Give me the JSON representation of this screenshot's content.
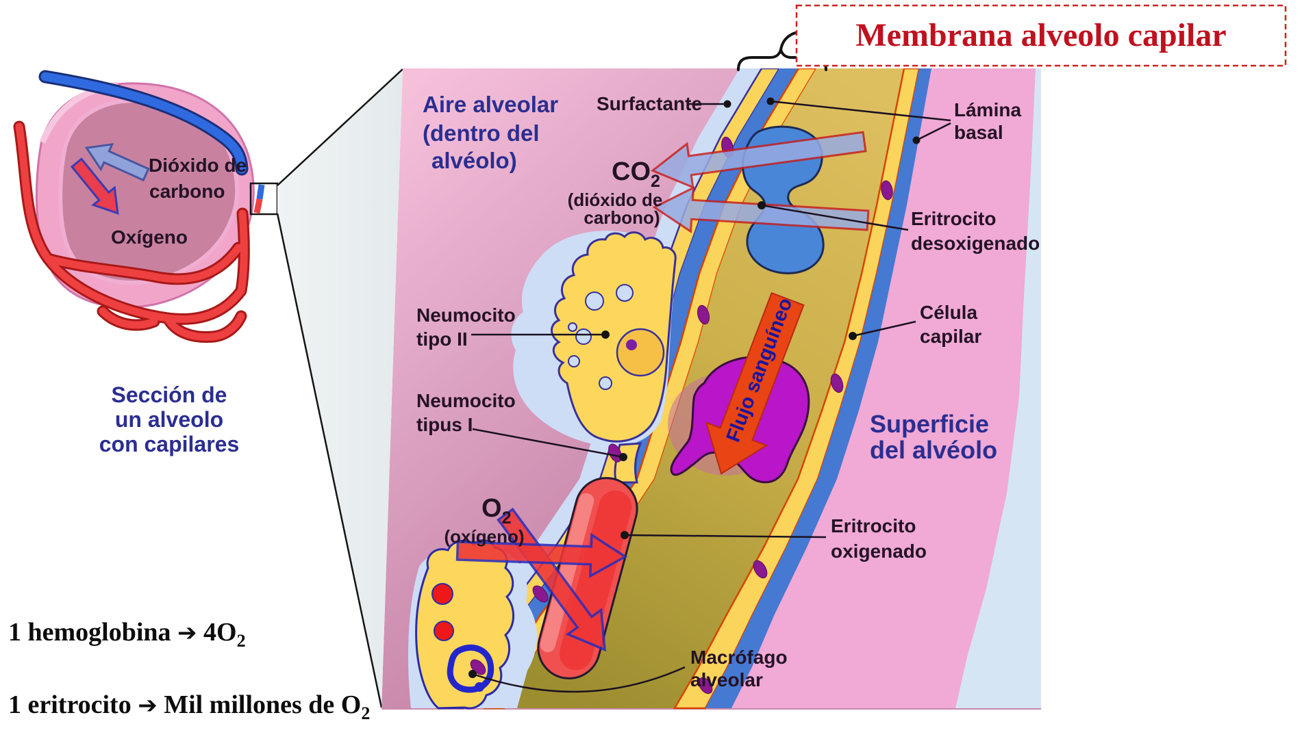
{
  "title": {
    "text": "Membrana alveolo capilar"
  },
  "left_diagram": {
    "labels": {
      "co2_l1": "Dióxido de",
      "co2_l2": "carbono",
      "o2": "Oxígeno"
    },
    "caption": {
      "l1": "Sección de",
      "l2": "un alveolo",
      "l3": "con capilares"
    }
  },
  "main_diagram": {
    "air_label": {
      "l1": "Aire alveolar",
      "l2": "(dentro del",
      "l3": "alvéolo)"
    },
    "surfactant": "Surfactante",
    "lamina": {
      "l1": "Lámina",
      "l2": "basal"
    },
    "co2": {
      "base": "CO",
      "sub": "2",
      "p1": "(dióxido de",
      "p2": "carbono)"
    },
    "erythrocyte_deoxy": {
      "l1": "Eritrocito",
      "l2": "desoxigenado"
    },
    "pneumocyte2": {
      "l1": "Neumocito",
      "l2": "tipo II"
    },
    "pneumocyte1": {
      "l1": "Neumocito",
      "l2": "tipus I"
    },
    "capillary_cell": {
      "l1": "Célula",
      "l2": "capilar"
    },
    "blood_flow": "Flujo sanguíneo",
    "surface": {
      "l1": "Superficie",
      "l2": "del alvéolo"
    },
    "o2": {
      "base": "O",
      "sub": "2",
      "p": "(oxígeno)"
    },
    "erythrocyte_oxy": {
      "l1": "Eritrocito",
      "l2": "oxigenado"
    },
    "macrophage": {
      "l1": "Macrófago",
      "l2": "alveolar"
    }
  },
  "formulas": {
    "line1": {
      "a": "1 hemoglobina ",
      "arrow": "➔",
      "b": " 4O",
      "sub": "2"
    },
    "line2": {
      "a": "1 eritrocito ",
      "arrow": "➔",
      "b": " Mil millones de O",
      "sub": "2"
    }
  },
  "colors": {
    "title_red": "#c0111f",
    "label_blue": "#2b2e90",
    "label_dark": "#241226",
    "alveolar_pink": "#dda3c3",
    "capillary_gold": "#cbb04b",
    "basal_lamina_blue": "#4579d2",
    "cell_yellow": "#fcd75c",
    "surfactant_blue": "#cdddf6",
    "rbc_red": "#f15050",
    "rbc_blue": "#4a86d8",
    "wbc_purple": "#b816c8",
    "flow_arrow_orange": "#e84414"
  }
}
